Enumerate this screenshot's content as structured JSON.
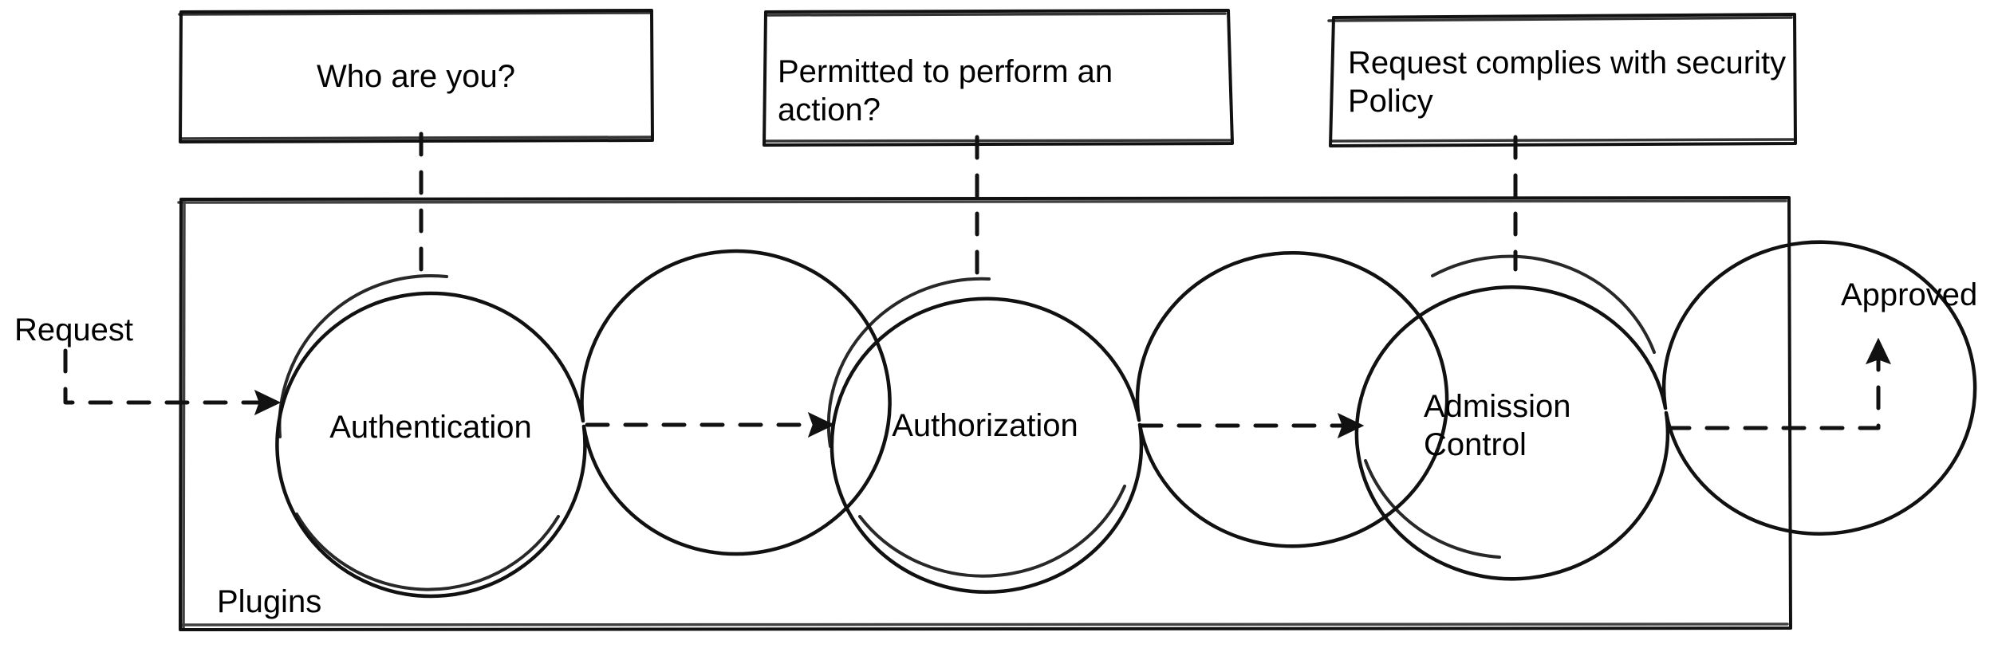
{
  "diagram": {
    "title": "Kubernetes API request admission flow",
    "colors": {
      "stroke": "#111111",
      "background": "#ffffff",
      "text": "#000000"
    },
    "container": {
      "label": "Plugins"
    },
    "flow_labels": {
      "input": "Request",
      "output": "Approved"
    },
    "callouts": [
      {
        "id": "callout-who-are-you",
        "text": "Who are you?",
        "align": "center"
      },
      {
        "id": "callout-permitted",
        "text": "Permitted to perform an action?",
        "align": "left"
      },
      {
        "id": "callout-policy",
        "text": "Request complies with security\nPolicy",
        "align": "left"
      }
    ],
    "nodes": [
      {
        "id": "node-authentication",
        "label": "Authentication",
        "align": "center"
      },
      {
        "id": "node-authorization",
        "label": "Authorization",
        "align": "center"
      },
      {
        "id": "node-admission-control",
        "label": "Admission\nControl",
        "align": "left"
      }
    ],
    "edges": [
      {
        "from": "Request",
        "to": "Authentication",
        "style": "dashed",
        "arrow": true
      },
      {
        "from": "Authentication",
        "to": "Authorization",
        "style": "dashed",
        "arrow": true
      },
      {
        "from": "Authorization",
        "to": "Admission Control",
        "style": "dashed",
        "arrow": true
      },
      {
        "from": "Admission Control",
        "to": "Approved",
        "style": "dashed",
        "arrow": true
      },
      {
        "from": "Who are you?",
        "to": "Authentication",
        "style": "dashed",
        "arrow": false
      },
      {
        "from": "Permitted to perform an action?",
        "to": "Authorization",
        "style": "dashed",
        "arrow": false
      },
      {
        "from": "Request complies with security Policy",
        "to": "Admission Control",
        "style": "dashed",
        "arrow": false
      }
    ]
  }
}
